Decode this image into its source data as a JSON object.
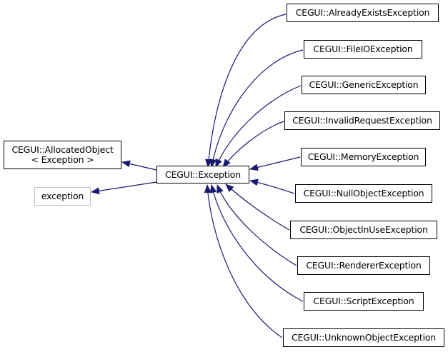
{
  "diagram": {
    "edge_color": "#191970",
    "center": {
      "label": "CEGUI::Exception"
    },
    "bases": [
      {
        "label_line1": "CEGUI::AllocatedObject",
        "label_line2": "< Exception >"
      },
      {
        "label": "exception"
      }
    ],
    "derived": [
      {
        "label": "CEGUI::AlreadyExistsException"
      },
      {
        "label": "CEGUI::FileIOException"
      },
      {
        "label": "CEGUI::GenericException"
      },
      {
        "label": "CEGUI::InvalidRequestException"
      },
      {
        "label": "CEGUI::MemoryException"
      },
      {
        "label": "CEGUI::NullObjectException"
      },
      {
        "label": "CEGUI::ObjectInUseException"
      },
      {
        "label": "CEGUI::RendererException"
      },
      {
        "label": "CEGUI::ScriptException"
      },
      {
        "label": "CEGUI::UnknownObjectException"
      }
    ]
  }
}
